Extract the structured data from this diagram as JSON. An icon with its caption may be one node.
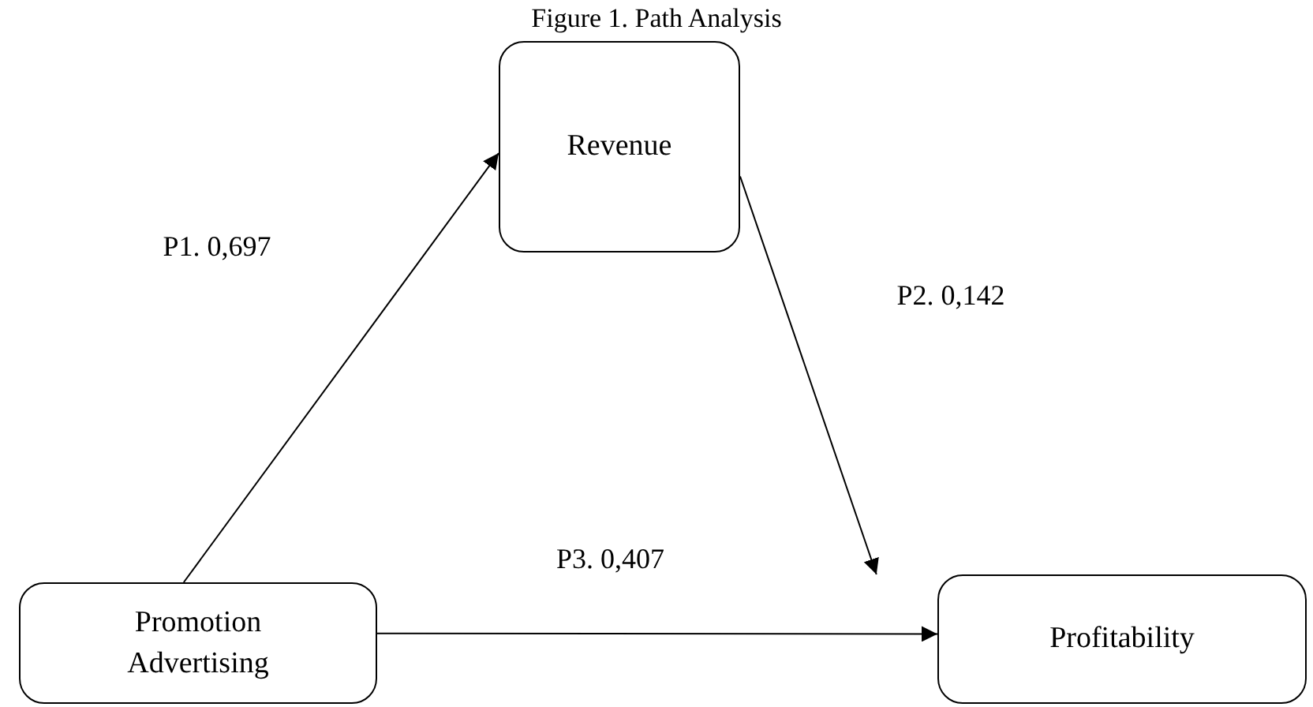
{
  "diagram": {
    "title": "Figure 1. Path Analysis",
    "nodes": [
      {
        "text": [
          "Revenue"
        ]
      },
      {
        "text": [
          "Promotion Advertising"
        ]
      },
      {
        "text": [
          "Profitability"
        ]
      }
    ],
    "edges": [
      {
        "from": 1,
        "to": 0,
        "arrow": "to",
        "label": "P1. 0,697"
      },
      {
        "from": 0,
        "to": 2,
        "arrow": "to",
        "label": "P2. 0,142"
      },
      {
        "from": 1,
        "to": 2,
        "arrow": "to",
        "label": "P3. 0,407"
      }
    ]
  }
}
